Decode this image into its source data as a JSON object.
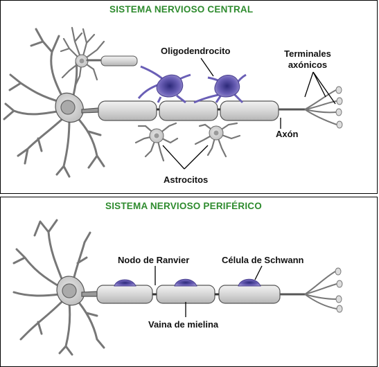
{
  "top": {
    "title": "SISTEMA NERVIOSO CENTRAL",
    "labels": {
      "oligodendrocito": "Oligodendrocito",
      "terminales_line1": "Terminales",
      "terminales_line2": "axónicos",
      "axon": "Axón",
      "astrocitos": "Astrocitos"
    }
  },
  "bottom": {
    "title": "SISTEMA NERVIOSO PERIFÉRICO",
    "labels": {
      "nodo": "Nodo de Ranvier",
      "celula": "Célula de Schwann",
      "vaina": "Vaina de mielina"
    }
  },
  "colors": {
    "title": "#2e8b2e",
    "glia": "#5b4fa8",
    "cell_fill": "#dcdcdc",
    "outline": "#444444"
  }
}
